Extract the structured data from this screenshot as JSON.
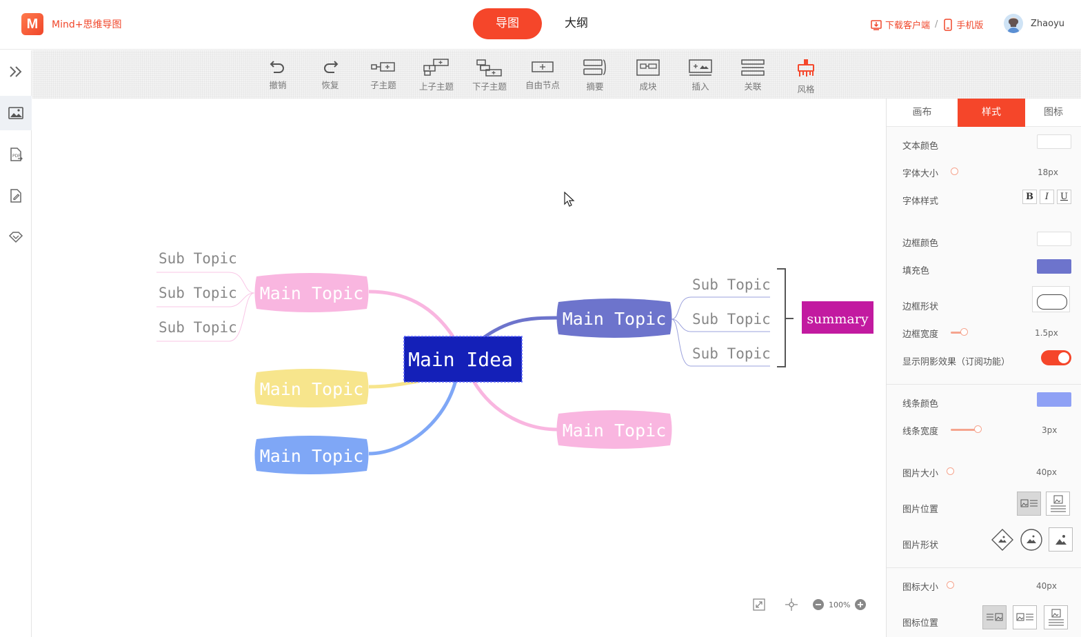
{
  "app": {
    "logo_letter": "M",
    "name": "Mind+思维导图",
    "view_tabs": [
      {
        "label": "导图",
        "active": true
      },
      {
        "label": "大纲",
        "active": false
      }
    ],
    "download_client": "下载客户端",
    "separator": "/",
    "mobile": "手机版",
    "user": "Zhaoyu",
    "accent_color": "#f5462a"
  },
  "rail": {
    "items": [
      {
        "icon": "chevron-double-right-icon"
      },
      {
        "icon": "image-icon",
        "active": true
      },
      {
        "icon": "export-pdf-icon"
      },
      {
        "icon": "document-edit-icon"
      },
      {
        "icon": "diamond-icon"
      }
    ]
  },
  "toolbar": {
    "items": [
      {
        "label": "撤销",
        "icon": "undo-icon"
      },
      {
        "label": "恢复",
        "icon": "redo-icon"
      },
      {
        "label": "子主题",
        "icon": "child-topic-icon"
      },
      {
        "label": "上子主题",
        "icon": "parent-topic-icon"
      },
      {
        "label": "下子主题",
        "icon": "sibling-topic-icon"
      },
      {
        "label": "自由节点",
        "icon": "free-node-icon"
      },
      {
        "label": "摘要",
        "icon": "summary-icon"
      },
      {
        "label": "成块",
        "icon": "boundary-icon"
      },
      {
        "label": "插入",
        "icon": "insert-icon"
      },
      {
        "label": "关联",
        "icon": "relation-icon"
      },
      {
        "label": "风格",
        "icon": "style-brush-icon"
      }
    ]
  },
  "mindmap": {
    "central": {
      "text": "Main Idea",
      "color": "#1420b8"
    },
    "topics": {
      "left_top": {
        "text": "Main Topic",
        "color": "#f9b6e0"
      },
      "left_middle": {
        "text": "Main Topic",
        "color": "#f7e58c"
      },
      "left_bottom": {
        "text": "Main Topic",
        "color": "#7fa7f6"
      },
      "right_top": {
        "text": "Main Topic",
        "color": "#6d74cc"
      },
      "right_bottom": {
        "text": "Main Topic",
        "color": "#f9b6e0"
      }
    },
    "left_subtopics": [
      "Sub Topic",
      "Sub Topic",
      "Sub Topic"
    ],
    "right_subtopics": [
      "Sub Topic",
      "Sub Topic",
      "Sub Topic"
    ],
    "summary": {
      "text": "summary",
      "color": "#c21aa0"
    }
  },
  "zoom": {
    "value": "100%"
  },
  "panel": {
    "tabs": [
      {
        "label": "画布"
      },
      {
        "label": "样式",
        "active": true
      },
      {
        "label": "图标"
      }
    ],
    "text_color": {
      "label": "文本颜色",
      "value": "#ffffff"
    },
    "font_size": {
      "label": "字体大小",
      "value": "18px"
    },
    "font_style": {
      "label": "字体样式",
      "bold": "B",
      "italic": "I",
      "underline": "U"
    },
    "border_color": {
      "label": "边框颜色",
      "value": "#ffffff"
    },
    "fill_color": {
      "label": "填充色",
      "value": "#6d74cc"
    },
    "border_shape": {
      "label": "边框形状"
    },
    "border_width": {
      "label": "边框宽度",
      "value": "1.5px"
    },
    "shadow": {
      "label": "显示阴影效果（订阅功能）",
      "on": true
    },
    "line_color": {
      "label": "线条颜色",
      "value": "#8fa1f5"
    },
    "line_width": {
      "label": "线条宽度",
      "value": "3px"
    },
    "image_size": {
      "label": "图片大小",
      "value": "40px"
    },
    "image_position": {
      "label": "图片位置"
    },
    "image_shape": {
      "label": "图片形状"
    },
    "icon_size": {
      "label": "图标大小",
      "value": "40px"
    },
    "icon_position": {
      "label": "图标位置"
    }
  }
}
